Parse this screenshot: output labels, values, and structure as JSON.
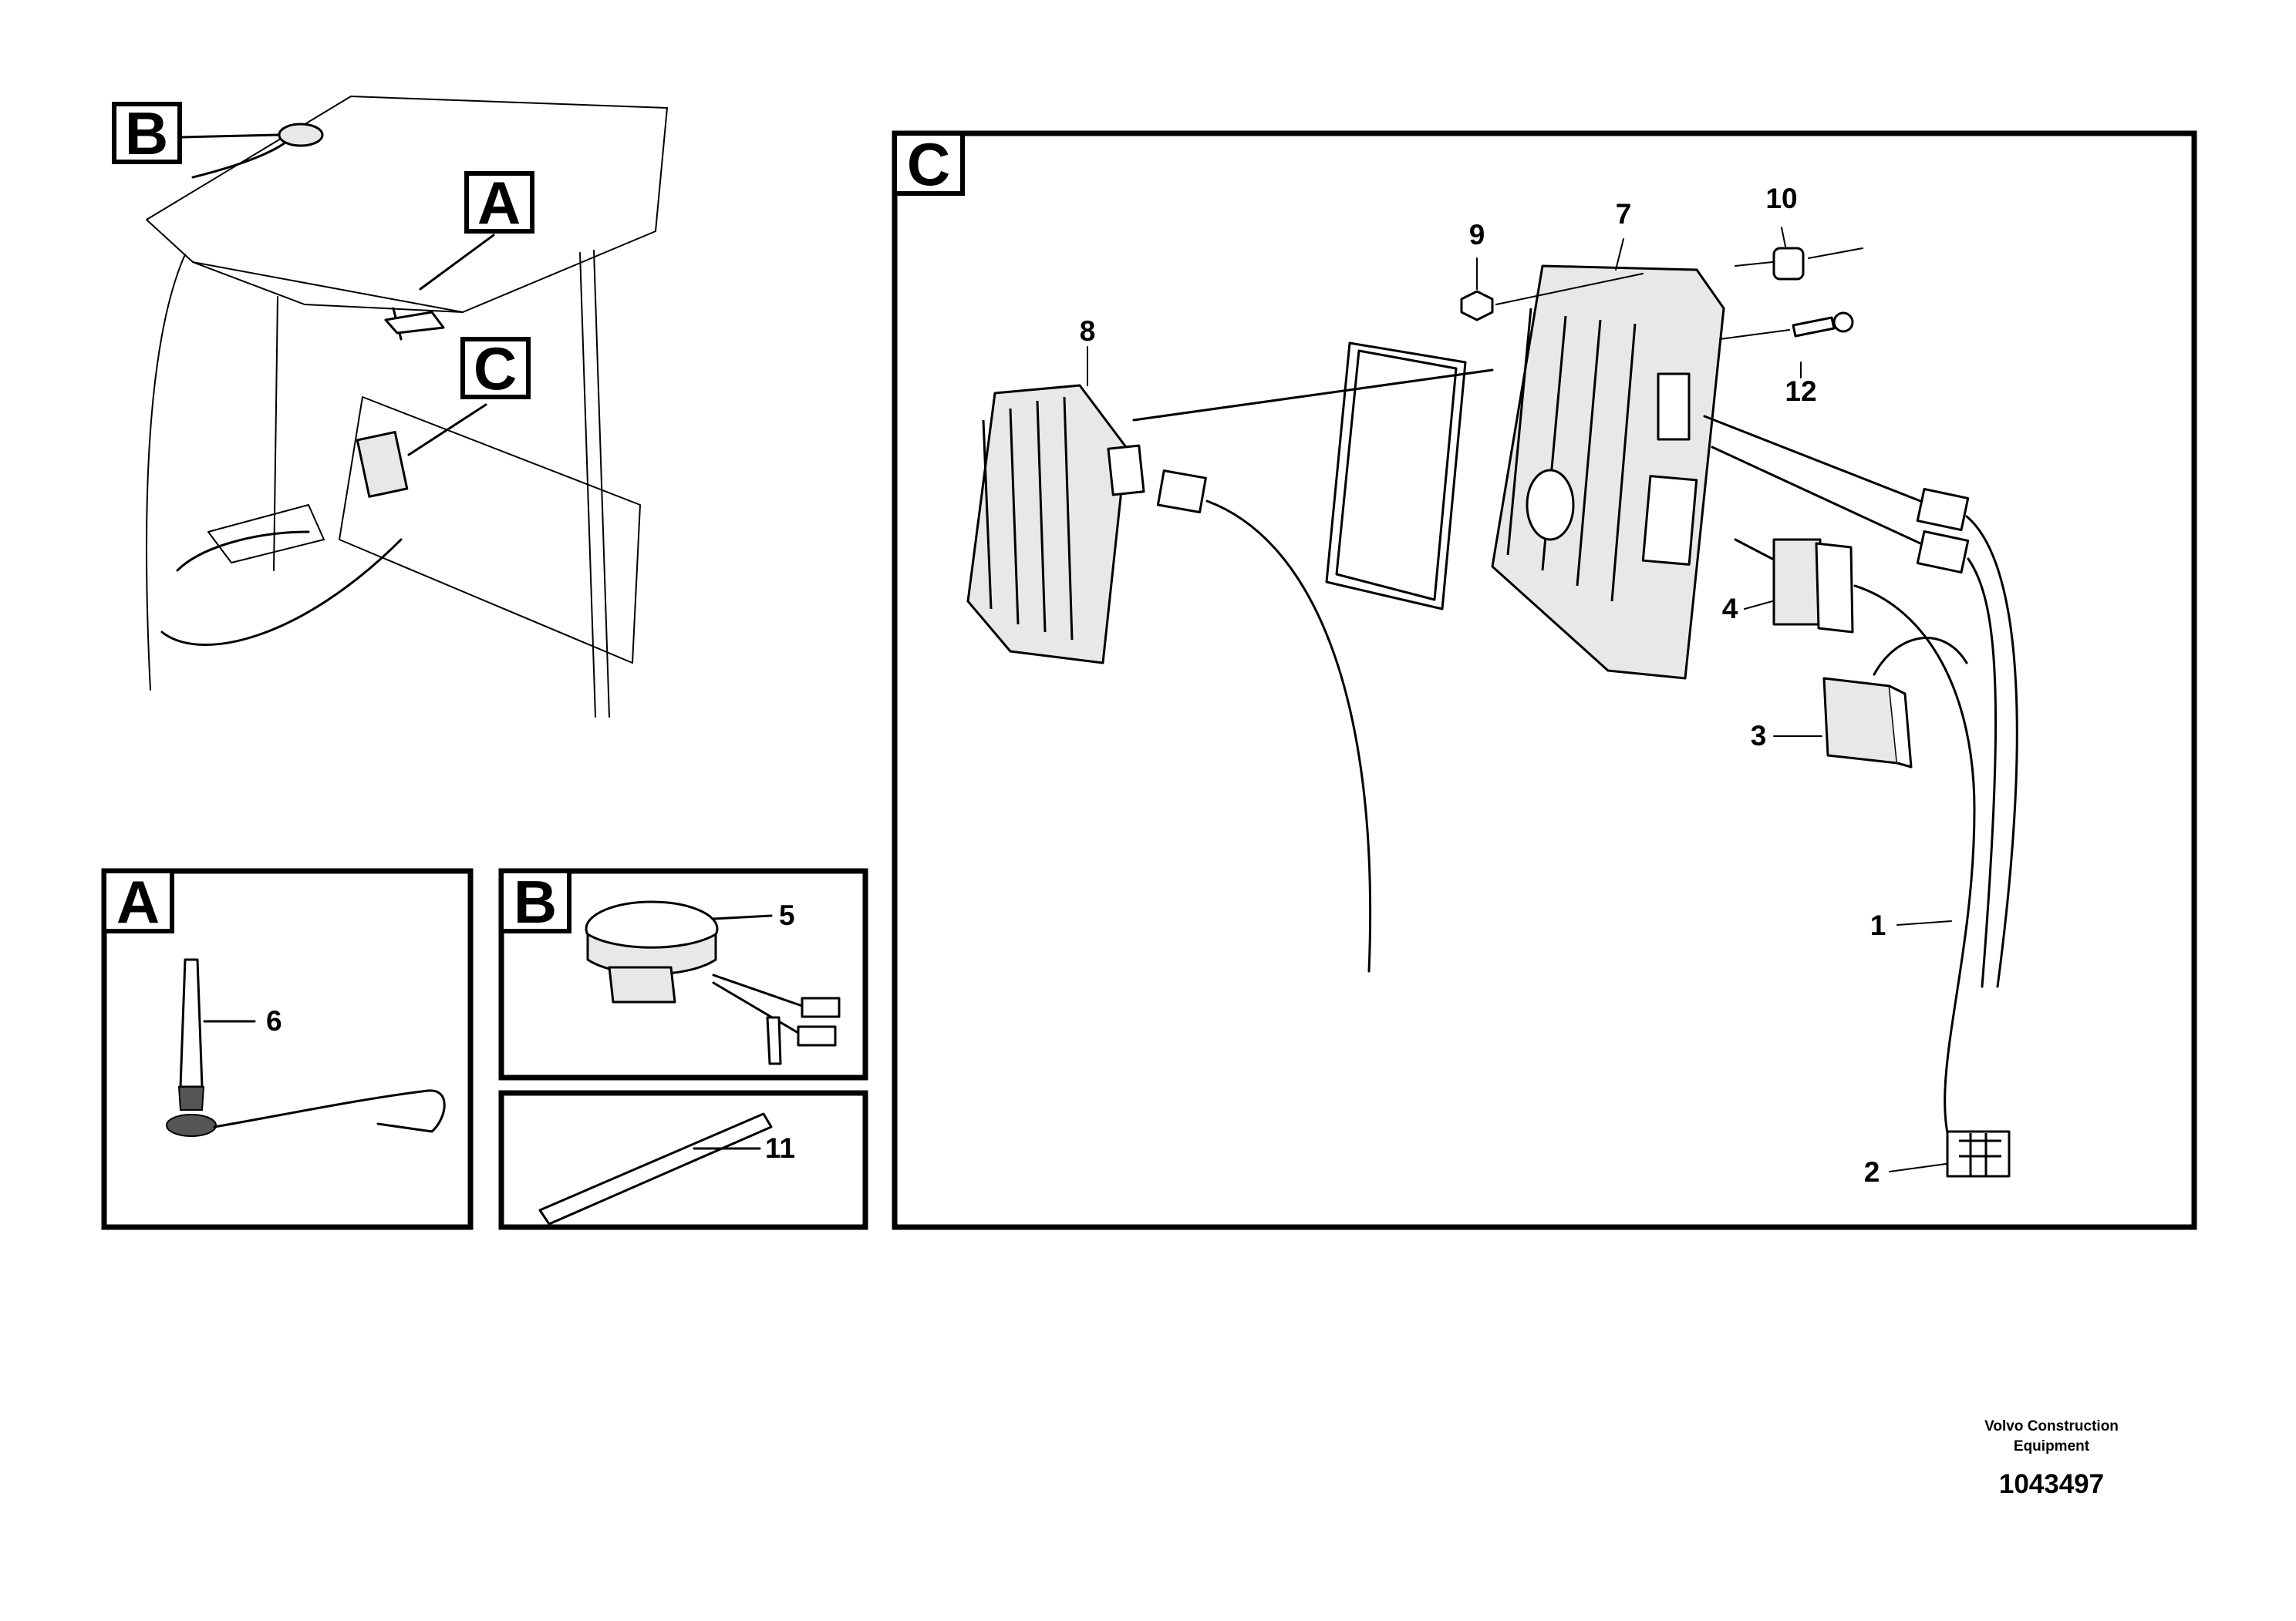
{
  "views": {
    "overview": {
      "callouts": [
        "B",
        "A",
        "C"
      ]
    },
    "detail_a": {
      "letter": "A",
      "parts": [
        "6"
      ]
    },
    "detail_b": {
      "letter": "B",
      "parts": [
        "5"
      ]
    },
    "detail_11": {
      "parts": [
        "11"
      ]
    },
    "detail_c": {
      "letter": "C",
      "parts": [
        "1",
        "2",
        "3",
        "4",
        "7",
        "8",
        "9",
        "10",
        "12"
      ]
    }
  },
  "footer": {
    "brand_line1": "Volvo Construction",
    "brand_line2": "Equipment",
    "drawing_number": "1043497"
  }
}
